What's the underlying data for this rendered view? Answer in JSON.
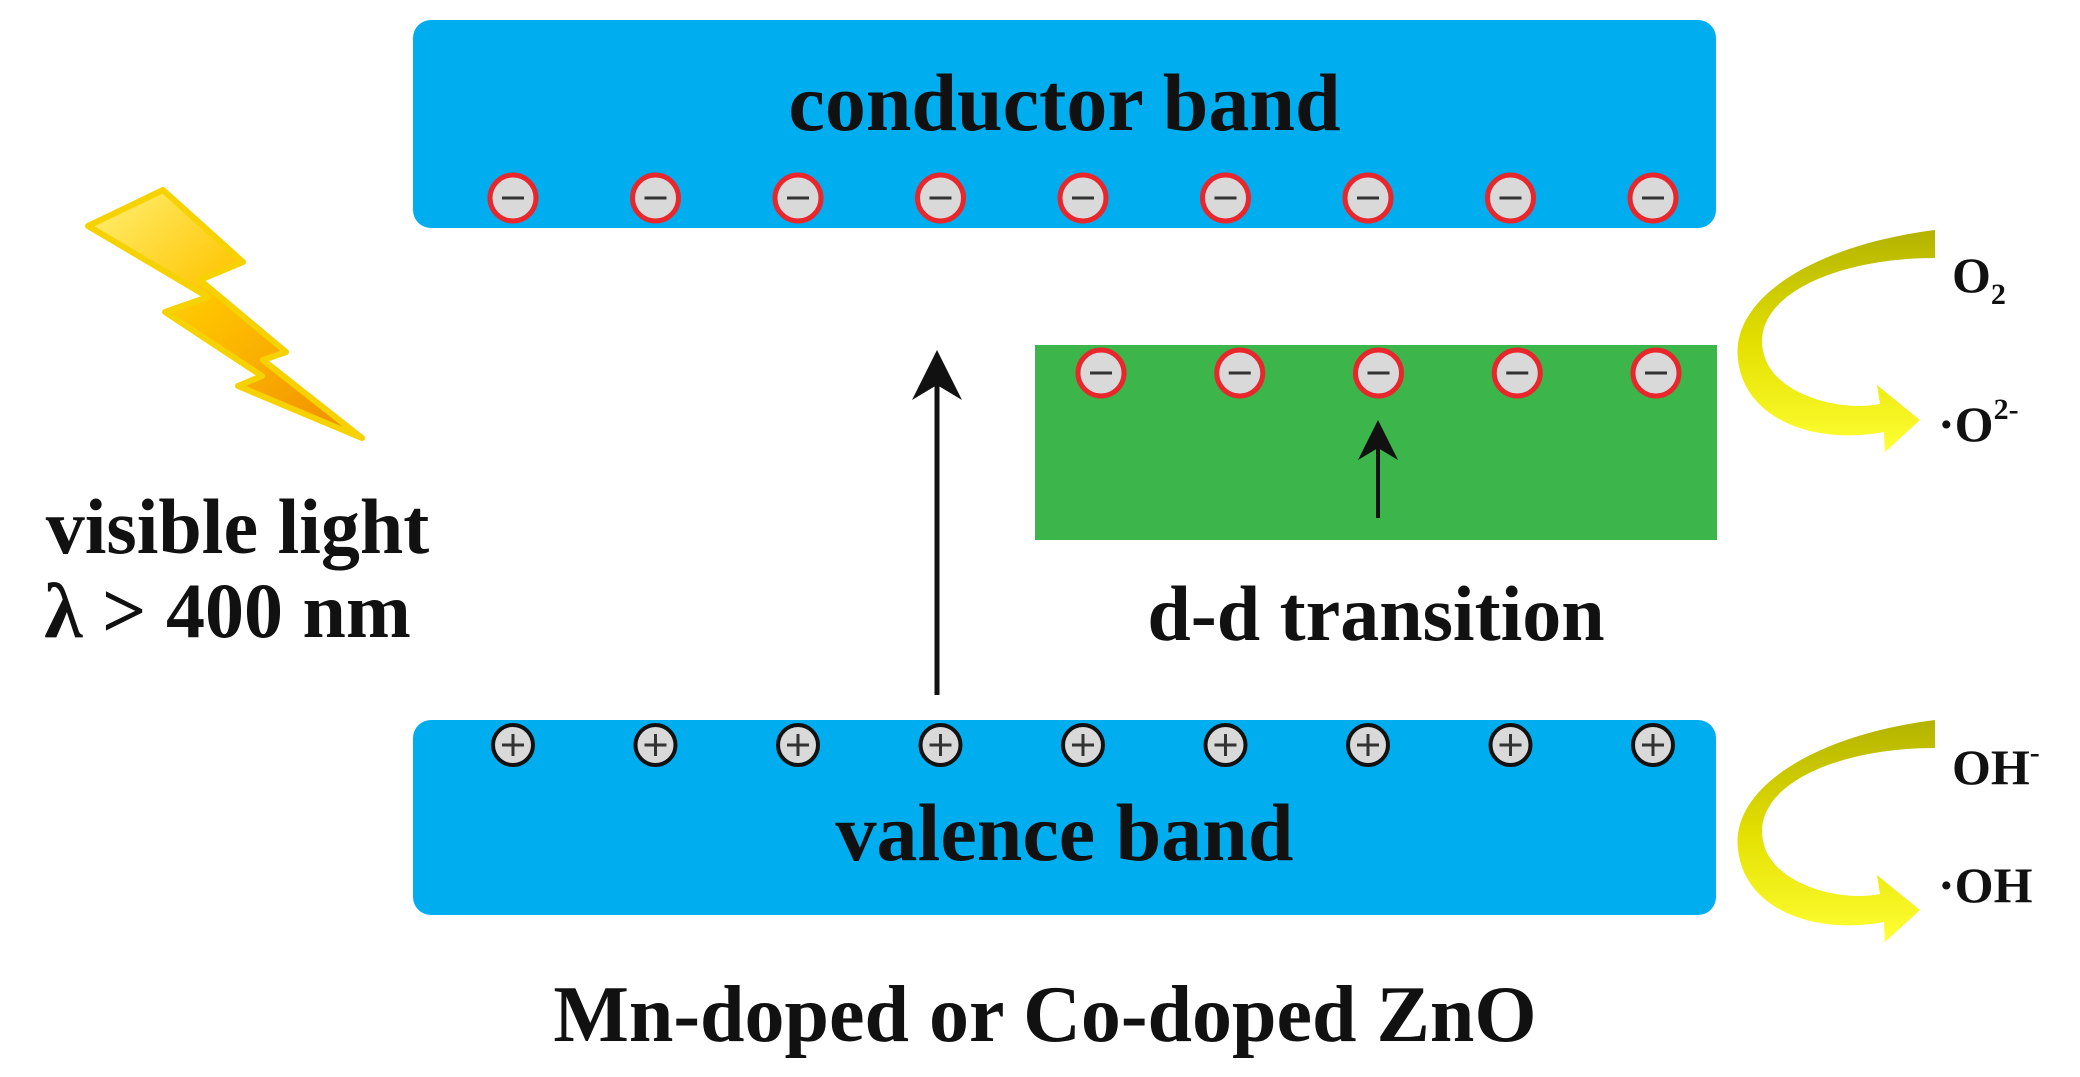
{
  "bands": {
    "conduction": "conductor band",
    "valence": "valence band",
    "transition": "d-d transition"
  },
  "light": {
    "line1": "visible light",
    "line2": "λ > 400 nm"
  },
  "caption": "Mn-doped or Co-doped ZnO",
  "reactions": {
    "top_reactant": "O",
    "top_reactant_sub": "2",
    "top_product": "·O",
    "top_product_sup": "2-",
    "bottom_reactant": "OH",
    "bottom_reactant_sup": "-",
    "bottom_product": "·OH"
  },
  "carriers": {
    "conduction_electrons": 9,
    "dopant_electrons": 5,
    "valence_holes": 9,
    "electron_symbol": "−",
    "hole_symbol": "+"
  },
  "colors": {
    "band_blue": "#00aeef",
    "dopant_green": "#3cb54a",
    "electron_ring": "#e8262b",
    "carrier_fill": "#d9d9d9",
    "arrow_yellow": "#f6f000",
    "arrow_olive": "#b9b900",
    "lightning": "#f7a600"
  },
  "icons": {
    "light_source": "lightning-bolt-icon",
    "electron": "electron-minus-icon",
    "hole": "hole-plus-icon",
    "reaction": "curved-arrow-icon"
  }
}
